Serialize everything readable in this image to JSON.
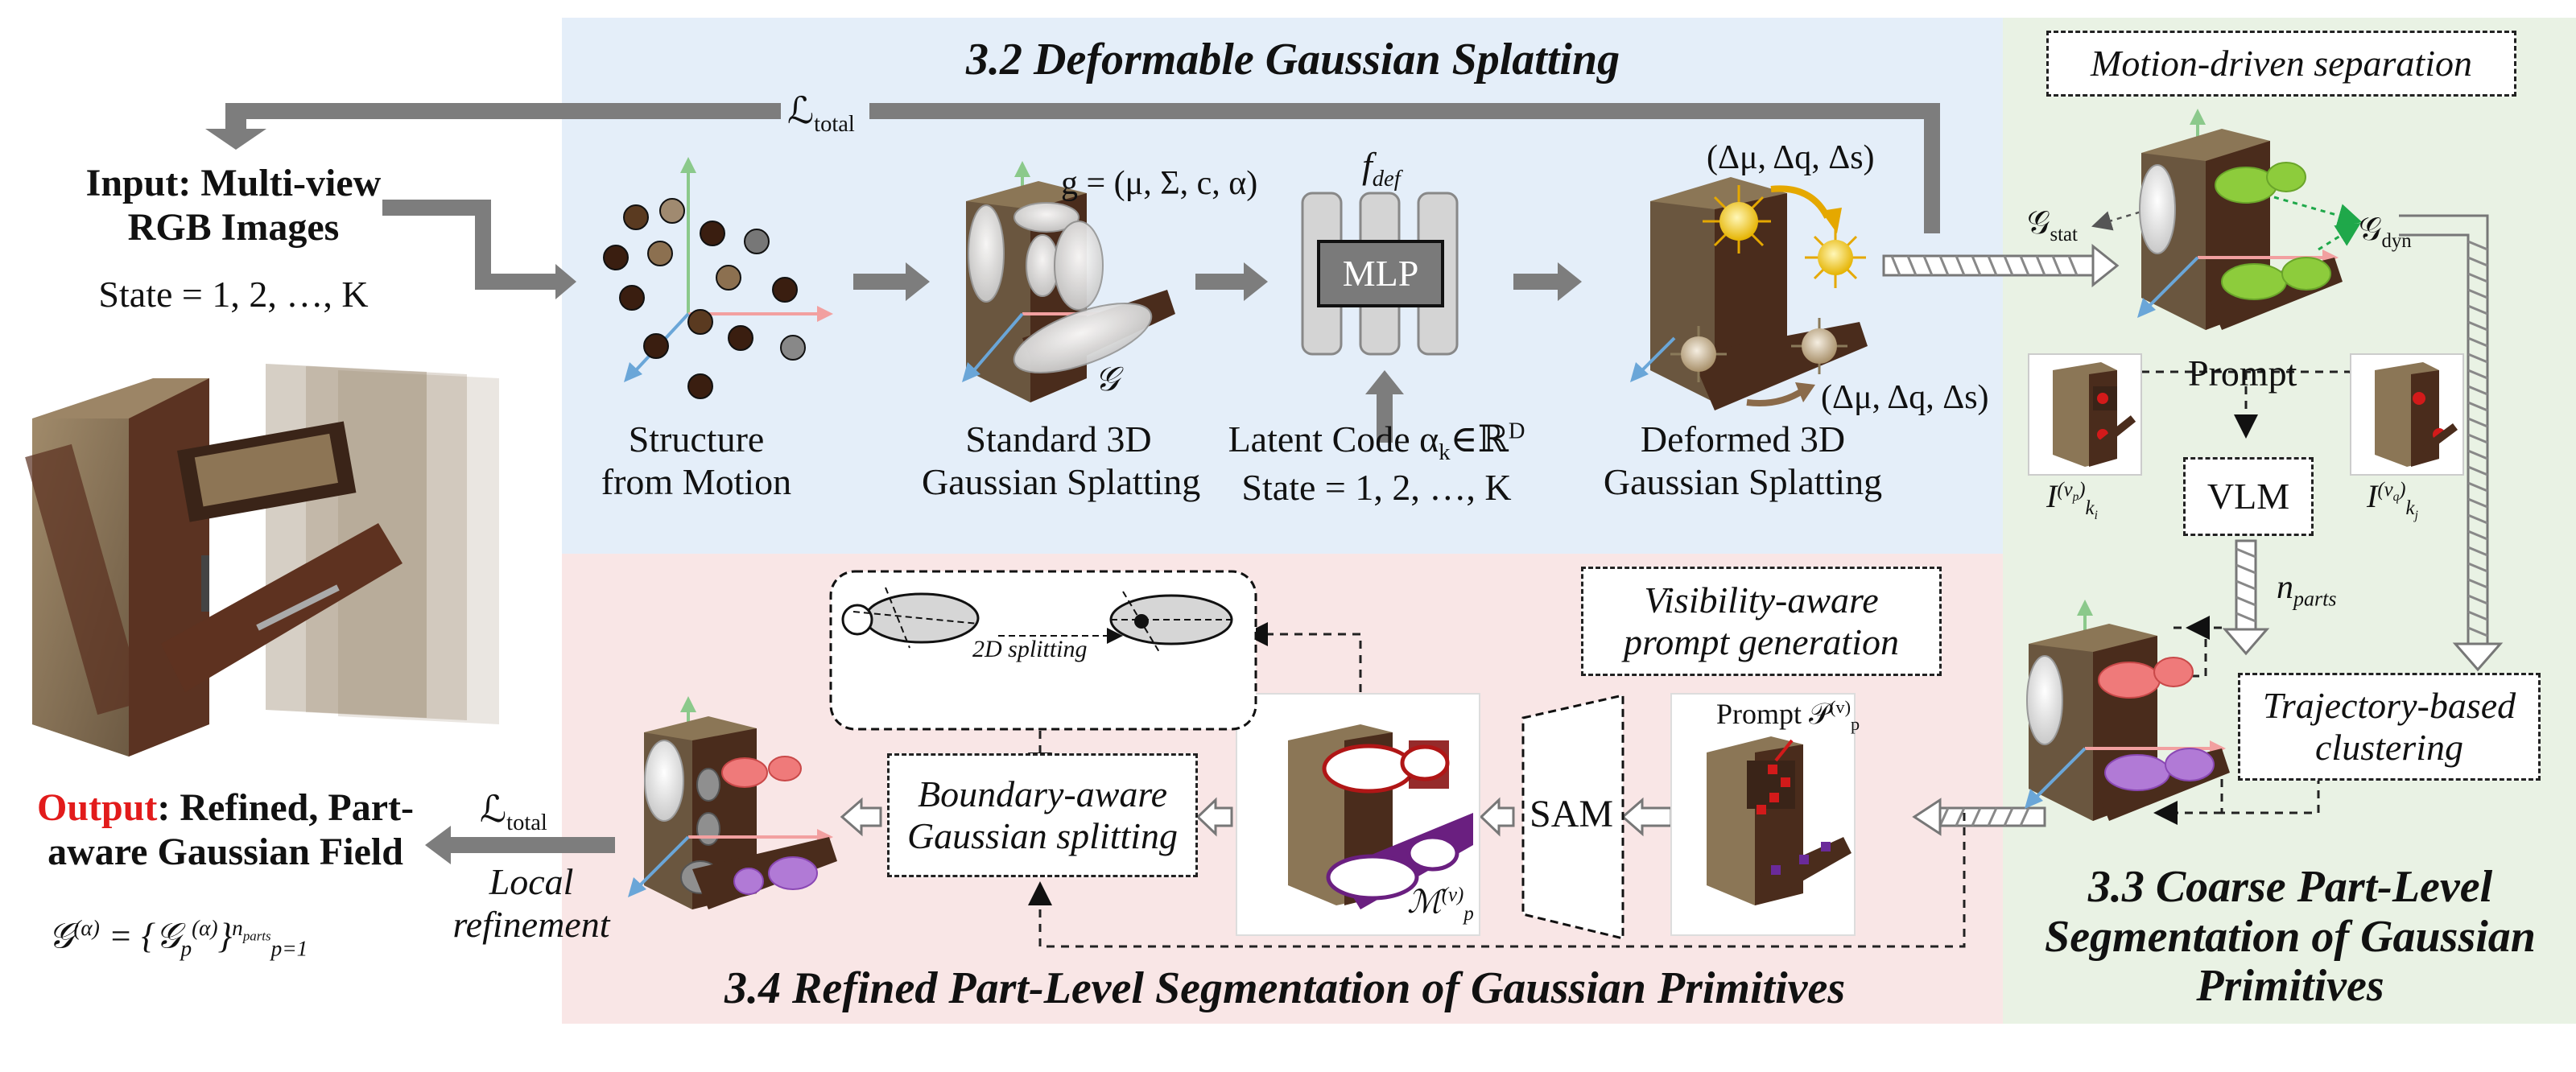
{
  "sections": {
    "s32": "3.2 Deformable Gaussian Splatting",
    "s33": "3.3 Coarse Part-Level Segmentation of Gaussian Primitives",
    "s34": "3.4 Refined Part-Level Segmentation of Gaussian Primitives"
  },
  "input": {
    "line1": "Input: Multi-view",
    "line2": "RGB Images",
    "state": "State = 1, 2, …, K"
  },
  "sfm": {
    "line1": "Structure",
    "line2": "from Motion"
  },
  "std3dgs": {
    "line1": "Standard 3D",
    "line2": "Gaussian Splatting",
    "g_formula": "g = (μ, Σ, c, α)",
    "g_symbol": "𝒢"
  },
  "mlp": {
    "label": "MLP",
    "fdef": "f",
    "fdef_sub": "def"
  },
  "latent": {
    "line1": "Latent Code α",
    "k": "k",
    "in": "∈ℝ",
    "D": "D",
    "line2": "State = 1, 2, …, K"
  },
  "deformed": {
    "line1": "Deformed 3D",
    "line2": "Gaussian Splatting",
    "delta_top": "(Δμ, Δq, Δs)",
    "delta_bottom": "(Δμ, Δq, Δs)"
  },
  "loss_top": {
    "L": "ℒ",
    "sub": "total"
  },
  "motion_sep": "Motion-driven separation",
  "g_stat": {
    "G": "𝒢",
    "sub": "stat"
  },
  "g_dyn": {
    "G": "𝒢",
    "sub": "dyn"
  },
  "prompt_label": "Prompt",
  "vlm": "VLM",
  "img_left": {
    "I": "I",
    "sup": "(v",
    "supsub": "p",
    "sub": "k",
    "subsub": "i"
  },
  "img_right": {
    "I": "I",
    "sup": "(v",
    "supsub": "q",
    "sub": "k",
    "subsub": "j"
  },
  "n_parts": {
    "n": "n",
    "sub": "parts"
  },
  "trajectory": {
    "line1": "Trajectory-based",
    "line2": "clustering"
  },
  "visibility": {
    "line1": "Visibility-aware",
    "line2": "prompt generation"
  },
  "prompt_p": {
    "text": "Prompt 𝒫",
    "sub": "p",
    "sup": "(v)"
  },
  "sam": "SAM",
  "mask_label": {
    "M": "ℳ",
    "sub": "p",
    "sup": "(v)"
  },
  "boundary": {
    "line1": "Boundary-aware",
    "line2": "Gaussian splitting"
  },
  "split2d": "2D splitting",
  "loss_bottom": {
    "L": "ℒ",
    "sub": "total"
  },
  "local": {
    "line1": "Local",
    "line2": "refinement"
  },
  "output": {
    "red": "Output",
    "rest1": ": Refined, Part-",
    "line2": "aware Gaussian Field",
    "formula_left": "𝒢",
    "alpha": "(α)",
    "formula_mid": " = {𝒢",
    "p": "p",
    "formula_sup_end": "n",
    "parts": "parts",
    "lower": "p=1"
  },
  "colors": {
    "blue_panel": "#e4eef9",
    "green_panel": "#e9f2e4",
    "red_panel": "#f9e6e6",
    "arrow": "#7d7d7d",
    "red_text": "#e21b1b"
  }
}
